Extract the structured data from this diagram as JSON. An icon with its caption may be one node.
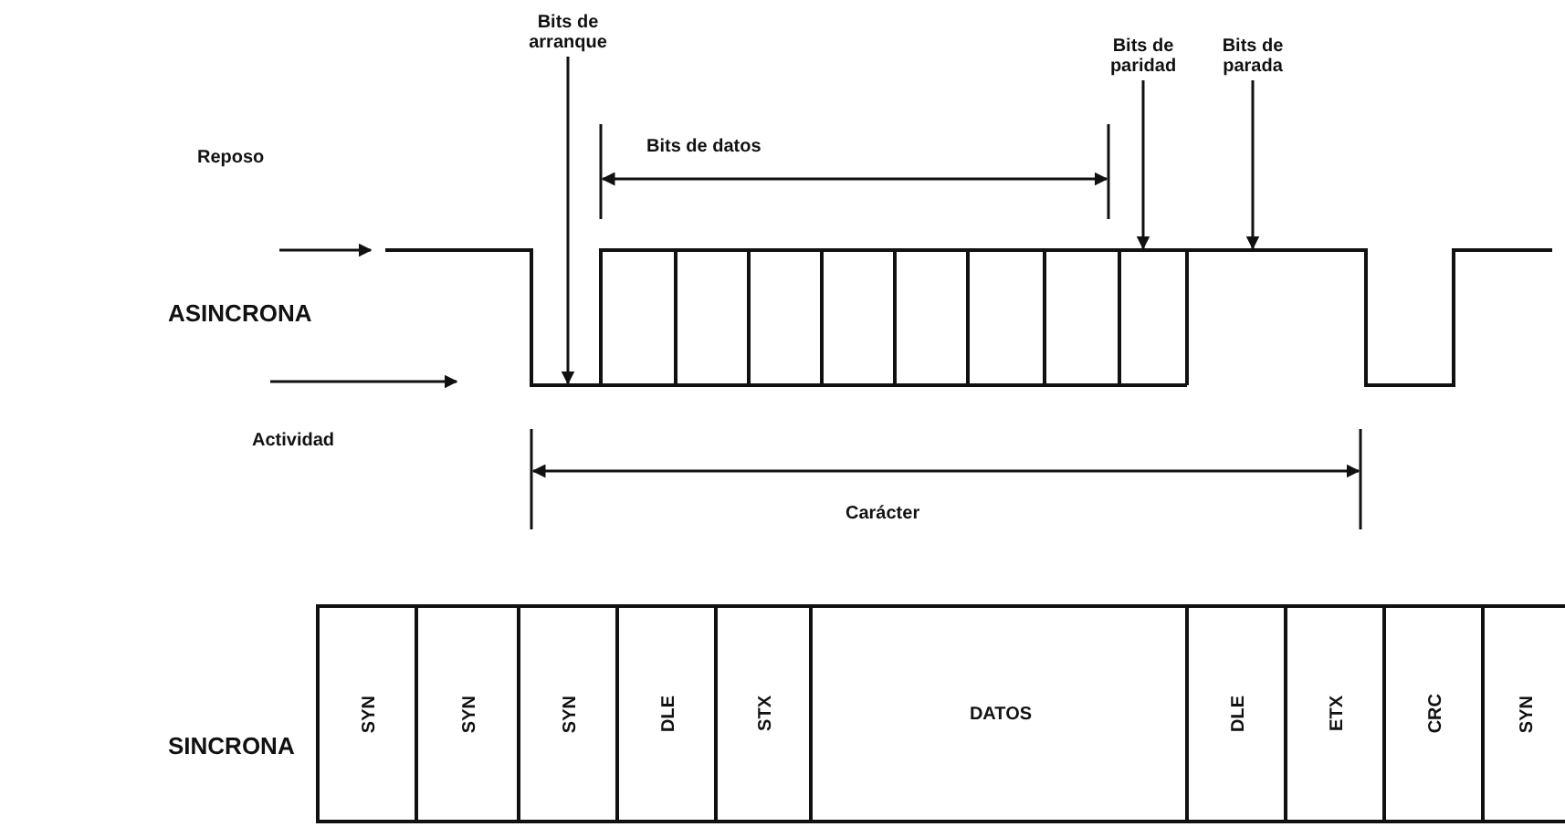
{
  "diagram": {
    "nodes": [
      {
        "text": [
          "Bits de arranque"
        ]
      },
      {
        "text": [
          "Bits de paridad"
        ]
      },
      {
        "text": [
          "Bits de parada"
        ]
      },
      {
        "text": [],
        "shape": "picture"
      },
      {
        "text": [
          "SYN"
        ]
      },
      {
        "text": [
          "SYN"
        ]
      },
      {
        "text": [
          "SYN"
        ]
      },
      {
        "text": [
          "DLE"
        ]
      },
      {
        "text": [
          "STX"
        ]
      },
      {
        "text": [
          "DATOS"
        ]
      },
      {
        "text": [
          "DLE"
        ]
      },
      {
        "text": [
          "ETX"
        ]
      },
      {
        "text": [
          "CRC"
        ]
      },
      {
        "text": [
          "SYN"
        ]
      }
    ],
    "edges": [
      {
        "from": 0,
        "to": 3,
        "arrow": "to"
      },
      {
        "from": 1,
        "to": 3,
        "arrow": "to"
      },
      {
        "from": 2,
        "to": 3,
        "arrow": "to"
      }
    ],
    "labels": [
      "Bits de datos",
      "Reposo",
      "ASINCRONA",
      "Actividad",
      "Carácter",
      "SINCRONA"
    ]
  }
}
